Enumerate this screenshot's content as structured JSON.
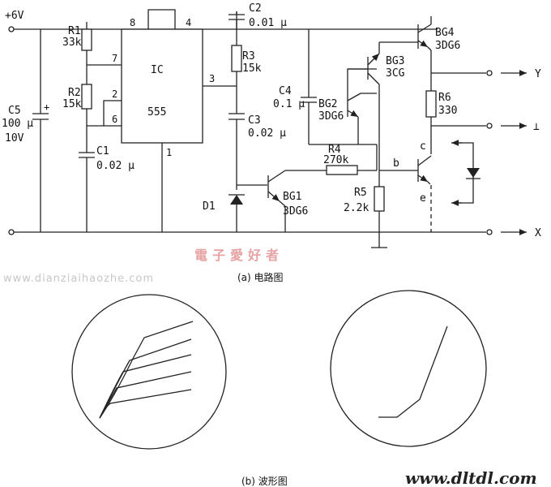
{
  "supply": {
    "vcc": "+6V"
  },
  "components": {
    "c5": {
      "ref": "C5",
      "value": "100 μ",
      "voltage": "10V"
    },
    "r1": {
      "ref": "R1",
      "value": "33k"
    },
    "r2": {
      "ref": "R2",
      "value": "15k"
    },
    "c1": {
      "ref": "C1",
      "value": "0.02 μ"
    },
    "ic": {
      "ref": "IC",
      "type": "555",
      "pins": {
        "p8": "8",
        "p4": "4",
        "p7": "7",
        "p2": "2",
        "p6": "6",
        "p3": "3",
        "p1": "1"
      }
    },
    "c2": {
      "ref": "C2",
      "value": "0.01 μ"
    },
    "r3": {
      "ref": "R3",
      "value": "15k"
    },
    "c3": {
      "ref": "C3",
      "value": "0.02 μ"
    },
    "d1": {
      "ref": "D1"
    },
    "bg1": {
      "ref": "BG1",
      "type": "3DG6"
    },
    "c4": {
      "ref": "C4",
      "value": "0.1 μ"
    },
    "bg2": {
      "ref": "BG2",
      "type": "3DG6"
    },
    "bg3": {
      "ref": "BG3",
      "type": "3CG"
    },
    "bg4": {
      "ref": "BG4",
      "type": "3DG6"
    },
    "r4": {
      "ref": "R4",
      "value": "270k"
    },
    "r5": {
      "ref": "R5",
      "value": "2.2k"
    },
    "r6": {
      "ref": "R6",
      "value": "330"
    },
    "dut": {
      "b": "b",
      "c": "c",
      "e": "e"
    }
  },
  "outputs": {
    "y": "Y",
    "ground": "⊥",
    "x": "X"
  },
  "captions": {
    "a": "(a) 电路图",
    "b": "(b) 波形图"
  },
  "watermarks": {
    "cn": "電子愛好者",
    "url": "www.dianziaihaozhe.com",
    "site": "www.dltdl.com"
  },
  "colors": {
    "ink": "#222222",
    "watermark_red": "#e7a3a3",
    "watermark_gray": "#c7c7c7"
  }
}
